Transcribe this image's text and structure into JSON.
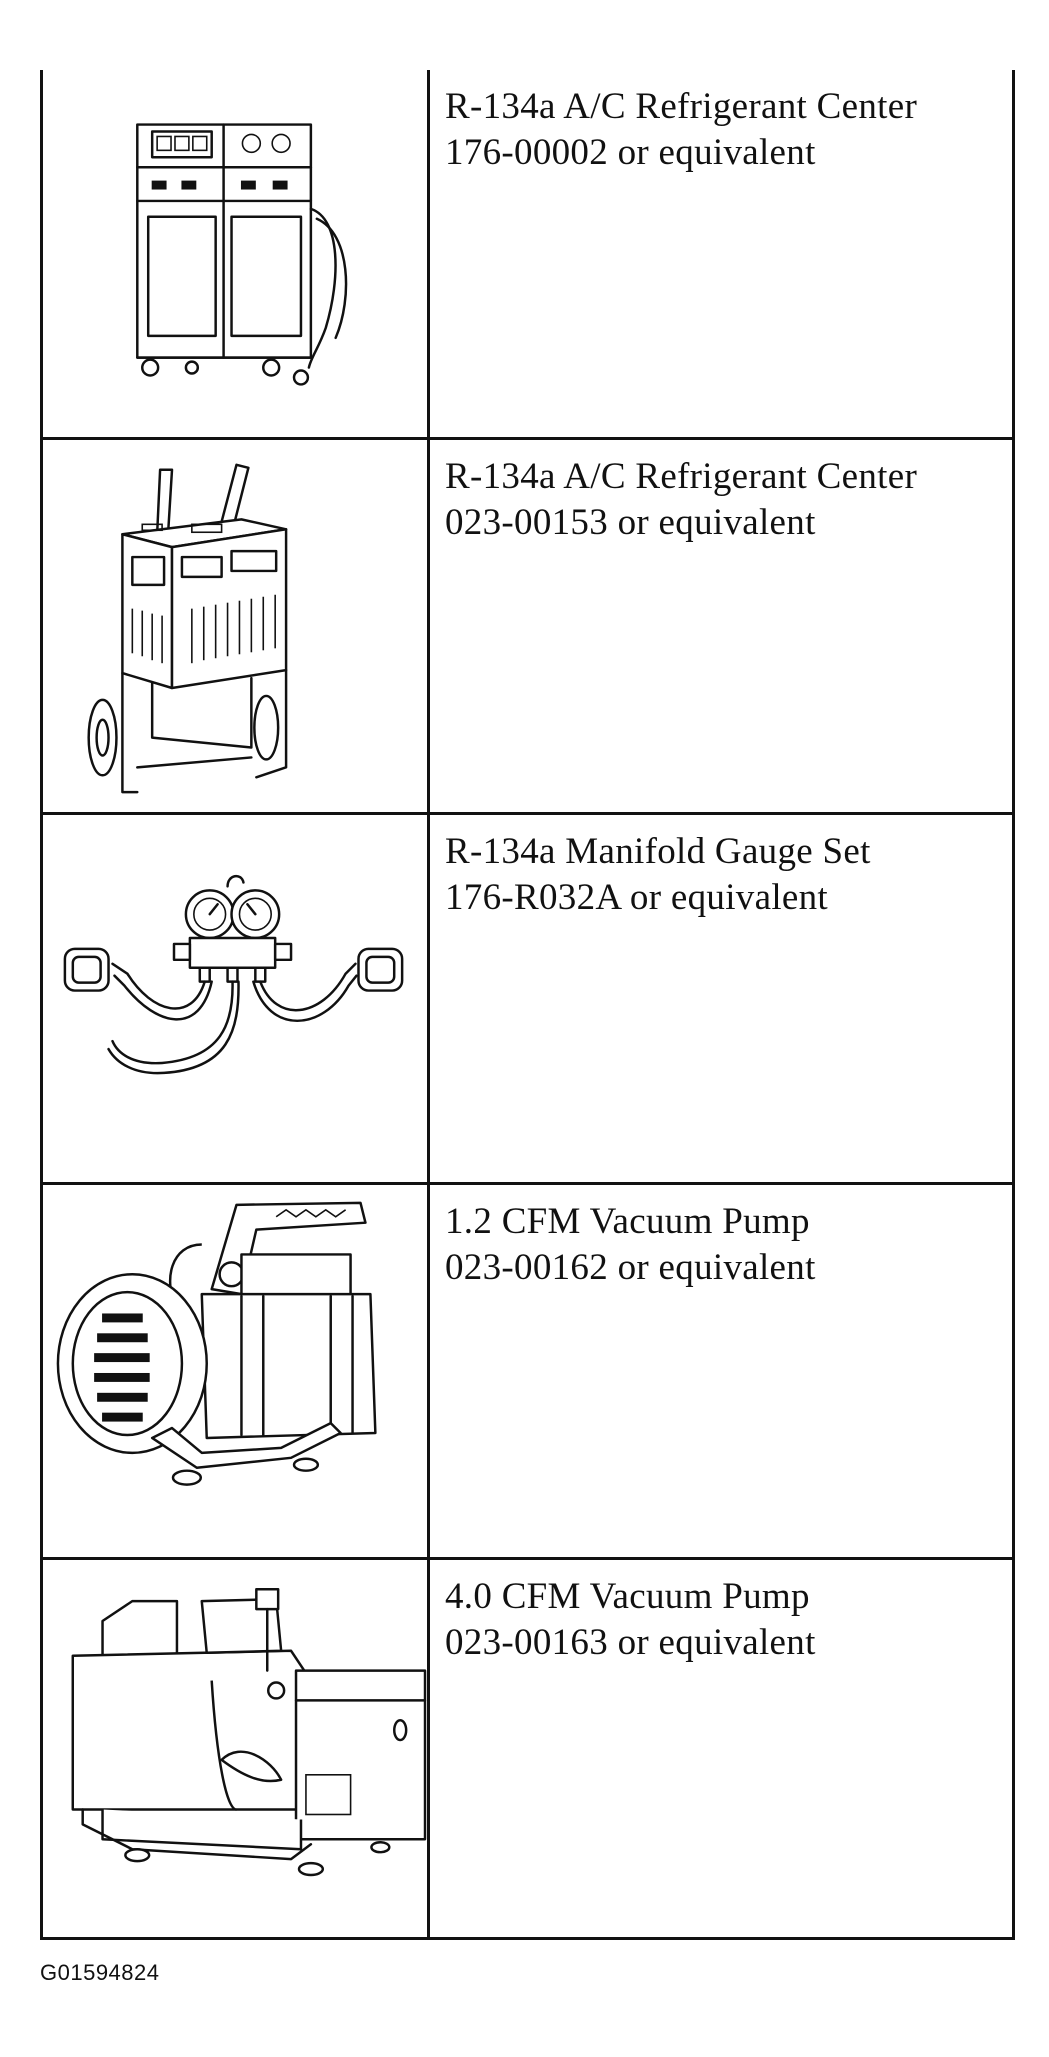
{
  "tools": [
    {
      "name": "R-134a A/C Refrigerant Center",
      "part": "176-00002 or equivalent",
      "illustration_icon": "refrigerant-center-cabinet-icon"
    },
    {
      "name": "R-134a A/C Refrigerant Center",
      "part": "023-00153 or equivalent",
      "illustration_icon": "refrigerant-center-cart-icon"
    },
    {
      "name": "R-134a Manifold Gauge Set",
      "part": "176-R032A or equivalent",
      "illustration_icon": "manifold-gauge-set-icon"
    },
    {
      "name": "1.2 CFM Vacuum Pump",
      "part": "023-00162 or equivalent",
      "illustration_icon": "vacuum-pump-small-icon"
    },
    {
      "name": "4.0 CFM Vacuum Pump",
      "part": "023-00163 or equivalent",
      "illustration_icon": "vacuum-pump-large-icon"
    }
  ],
  "figure_code": "G01594824"
}
